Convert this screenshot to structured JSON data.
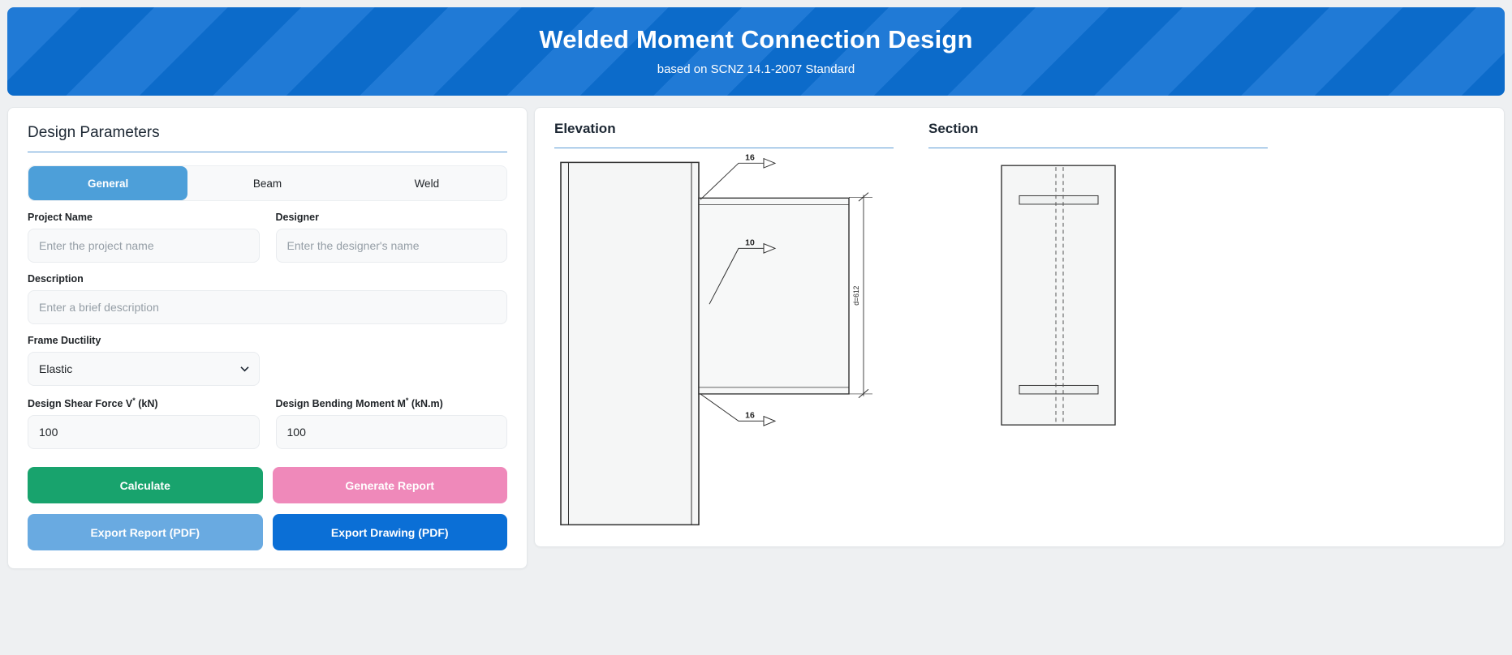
{
  "header": {
    "title": "Welded Moment Connection Design",
    "subtitle": "based on SCNZ 14.1-2007 Standard"
  },
  "panel": {
    "title": "Design Parameters",
    "tabs": [
      {
        "label": "General",
        "active": true
      },
      {
        "label": "Beam",
        "active": false
      },
      {
        "label": "Weld",
        "active": false
      }
    ],
    "fields": {
      "project_name": {
        "label": "Project Name",
        "placeholder": "Enter the project name",
        "value": ""
      },
      "designer": {
        "label": "Designer",
        "placeholder": "Enter the designer's name",
        "value": ""
      },
      "description": {
        "label": "Description",
        "placeholder": "Enter a brief description",
        "value": ""
      },
      "frame_ductility": {
        "label": "Frame Ductility",
        "selected": "Elastic"
      },
      "shear_force": {
        "label_pre": "Design Shear Force V",
        "label_sup": "*",
        "label_post": " (kN)",
        "value": "100"
      },
      "bending_moment": {
        "label_pre": "Design Bending Moment M",
        "label_sup": "*",
        "label_post": " (kN.m)",
        "value": "100"
      }
    },
    "buttons": {
      "calculate": "Calculate",
      "generate_report": "Generate Report",
      "export_report": "Export Report (PDF)",
      "export_drawing": "Export Drawing (PDF)"
    }
  },
  "drawings": {
    "elevation": {
      "title": "Elevation",
      "weld_top": "16",
      "weld_mid": "10",
      "weld_bottom": "16",
      "depth_label": "d=612"
    },
    "section": {
      "title": "Section"
    }
  },
  "colors": {
    "header_blue": "#0d6fd2",
    "tab_active_blue": "#4d9fd9",
    "calculate_green": "#18a36d",
    "generate_report_pink": "#ef89ba",
    "export_report_blue": "#69aae1",
    "export_drawing_blue": "#0b6fd6",
    "heading_underline_blue": "#5b9bd5"
  }
}
